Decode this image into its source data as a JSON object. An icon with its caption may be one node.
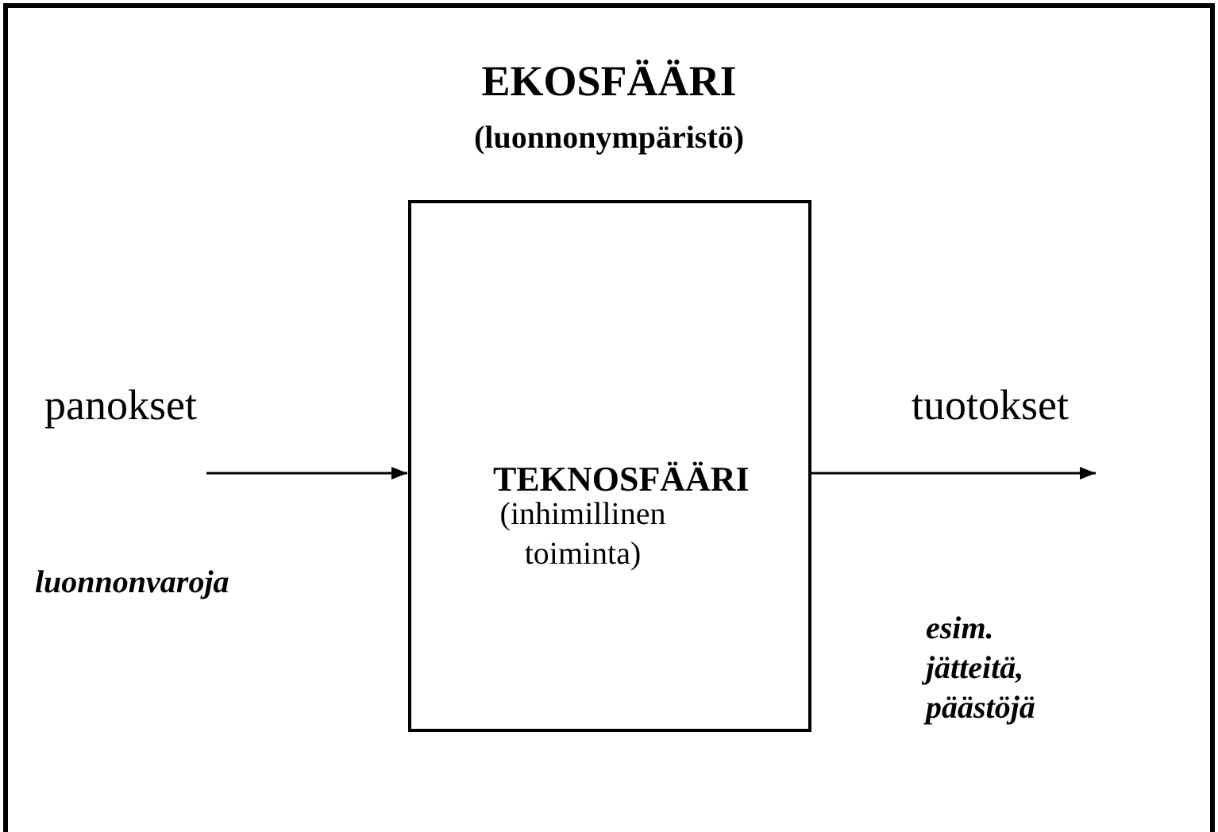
{
  "diagram": {
    "nodes": [
      {
        "text": [
          "EKOSFÄÄRI",
          "(luonnonympäristö)"
        ]
      },
      {
        "text": [
          "TEKNOSFÄÄRI",
          "(inhimillinen toiminta)"
        ],
        "in": 0
      }
    ],
    "edges": [
      {
        "from": null,
        "to": 1,
        "arrow": "to",
        "label": "panokset"
      },
      {
        "from": 1,
        "to": null,
        "arrow": "to",
        "label": "tuotokset"
      }
    ],
    "labels": [
      "luonnonvaroja",
      "esim. jätteitä, päästöjä"
    ]
  }
}
